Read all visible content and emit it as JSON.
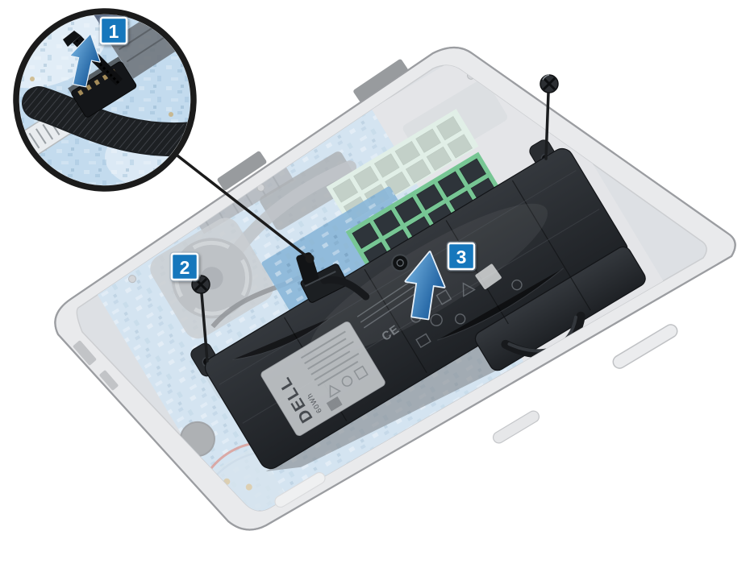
{
  "figure": {
    "type": "service-manual-illustration",
    "subject": "Laptop battery removal",
    "background_color": "#ffffff",
    "callouts": [
      {
        "label": "1"
      },
      {
        "label": "2"
      },
      {
        "label": "3"
      }
    ],
    "battery_label": {
      "brand": "DELL",
      "capacity": "60Wh",
      "ce_mark": "CE"
    },
    "icons": {
      "inset_arrow": "arrow-up",
      "lift_arrow": "arrow-up",
      "screw_left": "phillips-screw",
      "screw_top_right": "phillips-screw",
      "inset": "detail-magnifier-circle",
      "leader_end": "dot"
    },
    "colors": {
      "callout_blue": "#1777bc",
      "callout_border": "#ffffff",
      "arrow_light": "#74b2e0",
      "arrow_dark": "#1d5f9f",
      "arrow_outline": "#e8f1f9",
      "leader": "#1b1b1b",
      "chassis_gray": "#dcdde0",
      "cavity_gray": "#c9ced4",
      "pcb_blue": "#bad4e9",
      "pcb_blue_vivid": "#8ab6d8",
      "ram_green": "#77c694",
      "chip_dark": "#2e343a",
      "battery_dark": "#1e2125",
      "battery_light": "#34383d",
      "label_gray": "#c9cdd0",
      "screw_dark": "#2c2f33",
      "inset_pcb": "#c3dbee",
      "ring_black": "#1b1b1b"
    }
  }
}
